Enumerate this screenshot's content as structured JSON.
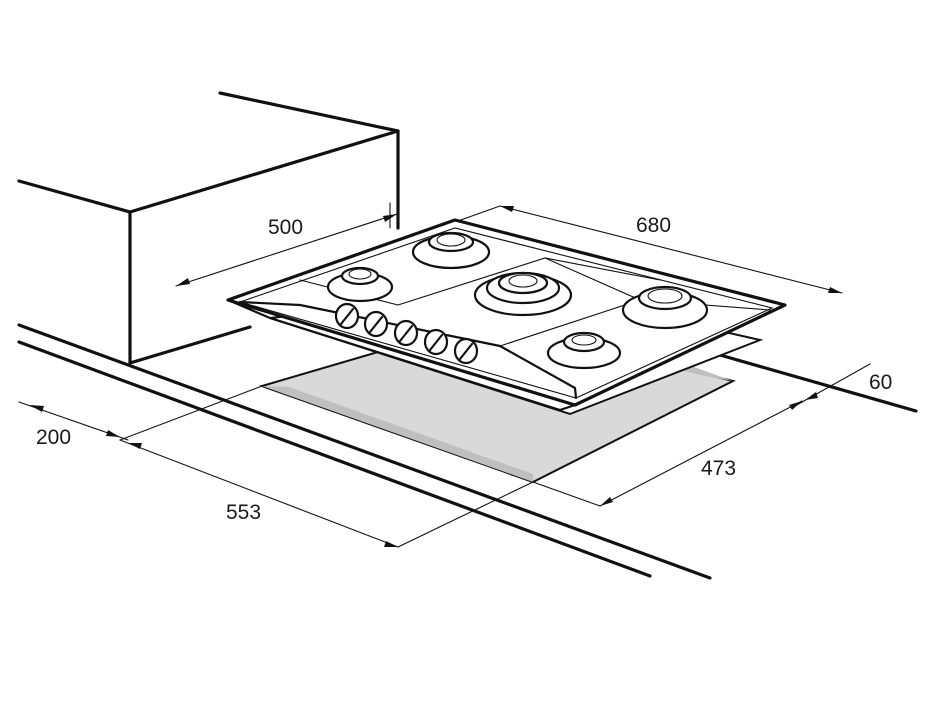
{
  "dimensions": {
    "hob_width": "680",
    "hob_depth": "500",
    "counter_margin": "60",
    "wall_distance": "200",
    "cutout_width": "553",
    "cutout_depth": "473"
  },
  "colors": {
    "line": "#111111",
    "cutout_fill": "#d9d9d9",
    "cutout_shadow": "#bfbfbf",
    "background": "#ffffff"
  }
}
